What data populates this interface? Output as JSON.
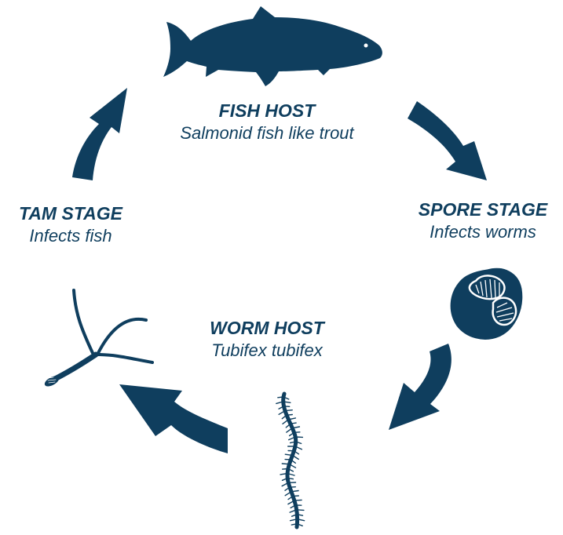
{
  "colors": {
    "primary": "#0f3e5e",
    "background": "#ffffff"
  },
  "stages": {
    "fish_host": {
      "title": "FISH HOST",
      "subtitle": "Salmonid fish like trout",
      "icon": "trout-icon"
    },
    "spore_stage": {
      "title": "SPORE STAGE",
      "subtitle": "Infects worms",
      "icon": "spore-icon"
    },
    "worm_host": {
      "title": "WORM HOST",
      "subtitle": "Tubifex tubifex",
      "icon": "worm-icon"
    },
    "tam_stage": {
      "title": "TAM STAGE",
      "subtitle": "Infects fish",
      "icon": "triactinomyxon-icon"
    }
  },
  "arrows": [
    "fish-to-spore",
    "spore-to-worm",
    "worm-to-tam",
    "tam-to-fish"
  ]
}
